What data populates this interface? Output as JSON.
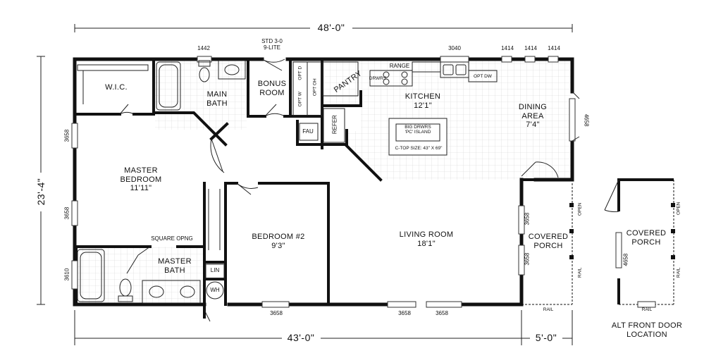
{
  "dimensions": {
    "overall_width": "48'-0\"",
    "overall_depth": "23'-4\"",
    "house_width": "43'-0\"",
    "porch_width": "5'-0\""
  },
  "rooms": {
    "wic": "W.I.C.",
    "main_bath": [
      "MAIN",
      "BATH"
    ],
    "bonus_room": [
      "BONUS",
      "ROOM"
    ],
    "pantry": "PANTRY",
    "kitchen": [
      "KITCHEN",
      "12'1\""
    ],
    "dining": [
      "DINING",
      "AREA",
      "7'4\""
    ],
    "master_bedroom": [
      "MASTER",
      "BEDROOM",
      "11'11\""
    ],
    "bedroom2": [
      "BEDROOM #2",
      "9'3\""
    ],
    "living_room": [
      "LIVING ROOM",
      "18'1\""
    ],
    "master_bath": [
      "MASTER",
      "BATH"
    ],
    "covered_porch": [
      "COVERED",
      "PORCH"
    ],
    "alt_covered_porch": [
      "COVERED",
      "PORCH"
    ]
  },
  "fixtures": {
    "range": "RANGE",
    "drwrs": "DRWRS",
    "opt_dw": "OPT DW",
    "opt_d": "OPT D",
    "opt_w": "OPT W",
    "opt_oh": "OPT OH",
    "fau": "FAU",
    "refer": "REFER",
    "island_line1": "BIG DRWRS",
    "island_line2": "'PC' ISLAND",
    "ctop_size": "C-TOP SIZE: 43\" X 69\"",
    "square_opng": "SQUARE OPNG",
    "lin": "LIN",
    "wh": "WH"
  },
  "windows": {
    "w_1442": "1442",
    "door_std": [
      "STD 3-0",
      "9-LITE"
    ],
    "w_3040": "3040",
    "w_1414_a": "1414",
    "w_1414_b": "1414",
    "w_1414_c": "1414",
    "dining_right": "4658",
    "left_upper": "3658",
    "left_middle": "3658",
    "left_lower": "3610",
    "bottom_bedroom2": "3658",
    "bottom_living_a": "3658",
    "bottom_living_b": "3658",
    "porch_upper": "3658",
    "porch_lower": "3658",
    "alt_porch": "4658"
  },
  "porch_labels": {
    "open": "OPEN",
    "rail_side": "RAIL",
    "rail_bottom": "RAIL",
    "alt_open": "OPEN",
    "alt_rail_side": "RAIL",
    "alt_rail_bottom": "RAIL"
  },
  "alt_front_door": [
    "ALT FRONT DOOR",
    "LOCATION"
  ]
}
